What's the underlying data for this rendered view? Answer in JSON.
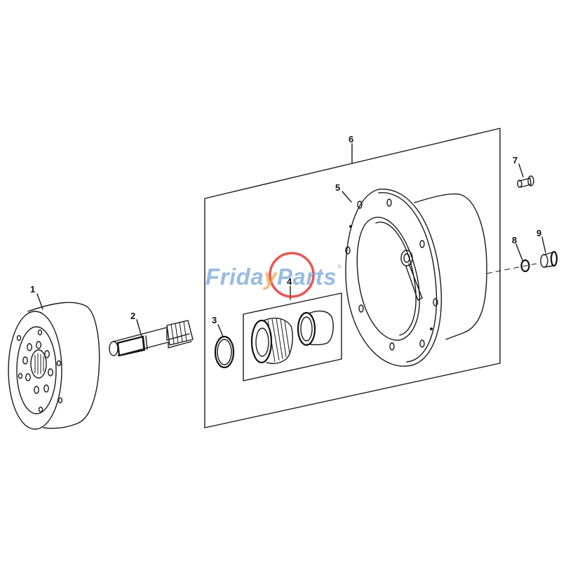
{
  "diagram": {
    "type": "exploded-parts-diagram",
    "callouts": [
      {
        "id": "1",
        "label": "1"
      },
      {
        "id": "2",
        "label": "2"
      },
      {
        "id": "3",
        "label": "3"
      },
      {
        "id": "4",
        "label": "4"
      },
      {
        "id": "5",
        "label": "5"
      },
      {
        "id": "6",
        "label": "6"
      },
      {
        "id": "7",
        "label": "7"
      },
      {
        "id": "8",
        "label": "8"
      },
      {
        "id": "9",
        "label": "9"
      }
    ],
    "highlight": {
      "callout": "4",
      "shape": "circle",
      "color": "#e53935"
    }
  },
  "watermark": {
    "part1": "Frida",
    "part2": "y",
    "part3": "Parts",
    "mark": "®",
    "colors": {
      "primary": "#6f9fd8",
      "accent": "#f1a24a"
    }
  }
}
